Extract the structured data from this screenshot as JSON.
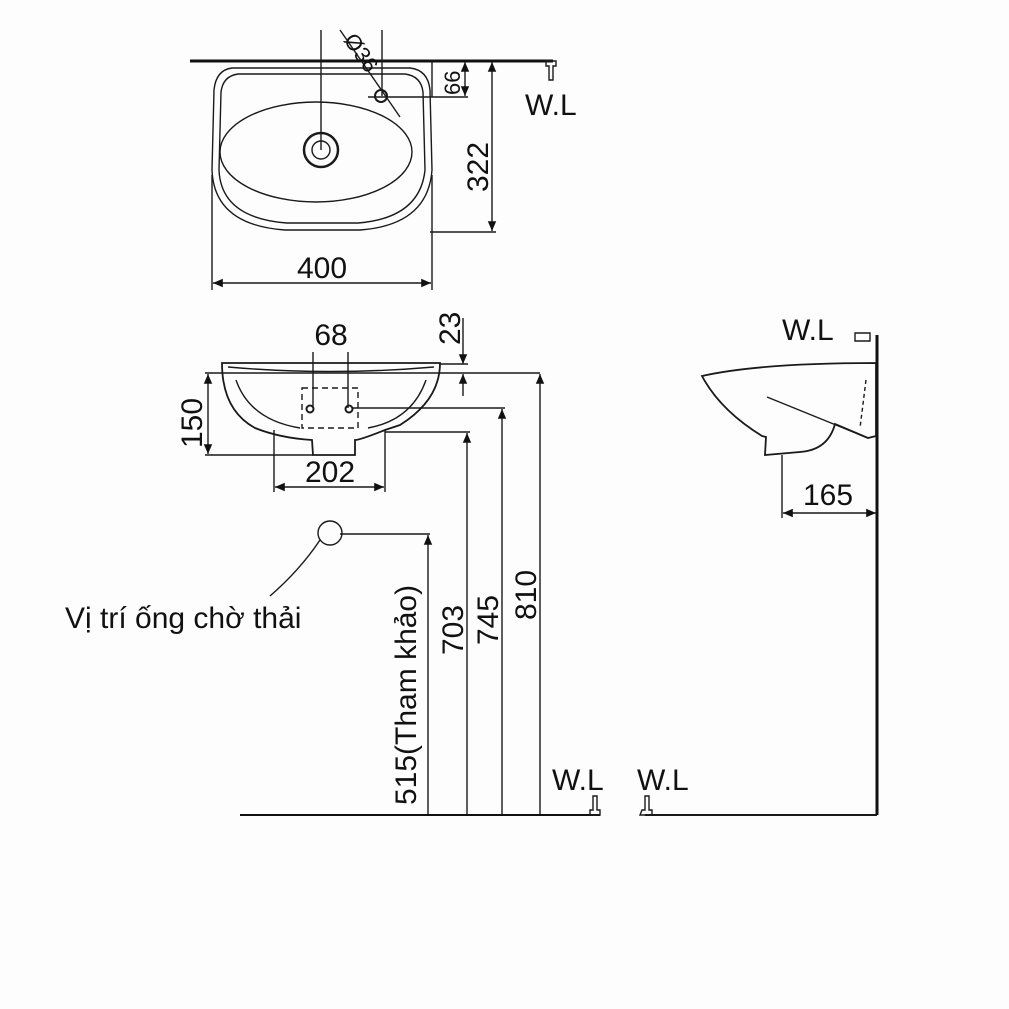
{
  "top_view": {
    "dim_hole_diameter": "Ø36",
    "dim_hole_offset": "66",
    "dim_depth": "322",
    "dim_width": "400",
    "water_level_label": "W.L"
  },
  "front_view": {
    "dim_hole_spacing": "68",
    "dim_rim_offset": "23",
    "dim_bowl_height": "150",
    "dim_bracket_spacing": "202",
    "dim_703": "703",
    "dim_745": "745",
    "dim_810": "810",
    "dim_drain_height": "515(Tham khảo)",
    "drain_label": "Vị trí ống chờ thải",
    "water_level_label_1": "W.L",
    "water_level_label_2": "W.L"
  },
  "side_view": {
    "water_level_label_top": "W.L",
    "dim_projection": "165"
  },
  "colors": {
    "line": "#1a1a1a",
    "background": "#fdfdfd"
  }
}
